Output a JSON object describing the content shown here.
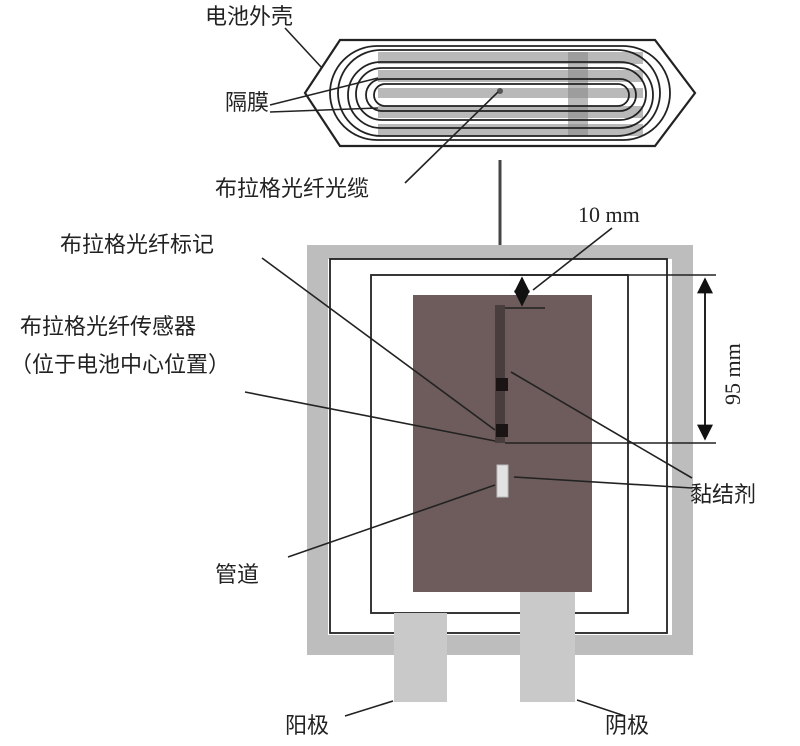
{
  "labels": {
    "battery_shell": "电池外壳",
    "separator": "隔膜",
    "fbg_cable": "布拉格光纤光缆",
    "dim_top": "10 mm",
    "fbg_marker": "布拉格光纤标记",
    "fbg_sensor": "布拉格光纤传感器",
    "fbg_sensor_note": "（位于电池中心位置）",
    "dim_side": "95 mm",
    "adhesive": "黏结剂",
    "pipe": "管道",
    "anode": "阳极",
    "cathode": "阴极"
  },
  "colors": {
    "frame": "#bdbdbd",
    "electrode": "#6e5c5c",
    "tab": "#c9c9c9",
    "line": "#222222"
  }
}
